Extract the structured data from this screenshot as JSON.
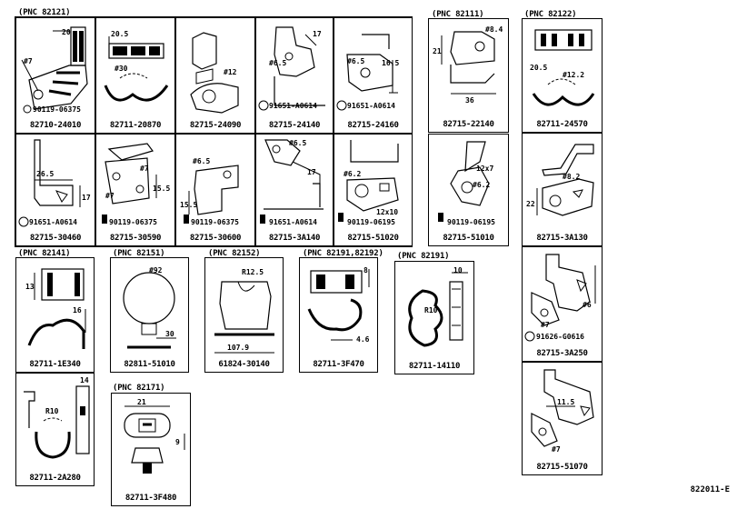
{
  "pnc_labels": {
    "g82121": "(PNC 82121)",
    "g82111": "(PNC 82111)",
    "g82122": "(PNC 82122)",
    "g82141": "(PNC 82141)",
    "g82151": "(PNC 82151)",
    "g82152": "(PNC 82152)",
    "g82191_82192": "(PNC 82191,82192)",
    "g82191": "(PNC 82191)",
    "g82171": "(PNC 82171)"
  },
  "parts": {
    "p82710_24010": {
      "number": "82710-24010",
      "dims": [
        "20",
        "#7"
      ],
      "bolt": "90119-06375"
    },
    "p82711_20870": {
      "number": "82711-20870",
      "dims": [
        "20.5",
        "#30"
      ]
    },
    "p82715_24090": {
      "number": "82715-24090",
      "dims": [
        "#12"
      ]
    },
    "p82715_24140": {
      "number": "82715-24140",
      "dims": [
        "17",
        "#6.5"
      ],
      "bolt": "91651-A0614"
    },
    "p82715_24160": {
      "number": "82715-24160",
      "dims": [
        "#6.5",
        "16.5"
      ],
      "bolt": "91651-A0614"
    },
    "p82715_22140": {
      "number": "82715-22140",
      "dims": [
        "#8.4",
        "21",
        "36"
      ]
    },
    "p82711_24570": {
      "number": "82711-24570",
      "dims": [
        "20.5",
        "#12.2"
      ]
    },
    "p82715_30460": {
      "number": "82715-30460",
      "dims": [
        "26.5",
        "17"
      ],
      "bolt": "91651-A0614"
    },
    "p82715_30590": {
      "number": "82715-30590",
      "dims": [
        "#7",
        "#7",
        "15.5"
      ],
      "bolt": "90119-06375"
    },
    "p82715_30600": {
      "number": "82715-30600",
      "dims": [
        "#6.5",
        "15.5"
      ],
      "bolt": "90119-06375"
    },
    "p82715_3A140": {
      "number": "82715-3A140",
      "dims": [
        "#6.5",
        "17"
      ],
      "bolt": "91651-A0614"
    },
    "p82715_51020": {
      "number": "82715-51020",
      "dims": [
        "#6.2",
        "12x10"
      ],
      "bolt": "90119-06195"
    },
    "p82715_51010": {
      "number": "82715-51010",
      "dims": [
        "12x7",
        "#6.2"
      ],
      "bolt": "90119-06195"
    },
    "p82715_3A130": {
      "number": "82715-3A130",
      "dims": [
        "#8.2",
        "22"
      ]
    },
    "p82711_1E340": {
      "number": "82711-1E340",
      "dims": [
        "13",
        "16"
      ]
    },
    "p82811_51010": {
      "number": "82811-51010",
      "dims": [
        "#92",
        "30"
      ]
    },
    "p61824_30140": {
      "number": "61824-30140",
      "dims": [
        "R12.5",
        "107.9"
      ]
    },
    "p82711_3F470": {
      "number": "82711-3F470",
      "dims": [
        "8",
        "4.6"
      ]
    },
    "p82711_14110": {
      "number": "82711-14110",
      "dims": [
        "10",
        "R10"
      ]
    },
    "p82715_3A250": {
      "number": "82715-3A250",
      "dims": [
        "#6",
        "#7"
      ],
      "bolt": "91626-G0616"
    },
    "p82711_2A280": {
      "number": "82711-2A280",
      "dims": [
        "14",
        "R10"
      ]
    },
    "p82711_3F480": {
      "number": "82711-3F480",
      "dims": [
        "21",
        "9"
      ]
    },
    "p82715_51070": {
      "number": "82715-51070",
      "dims": [
        "11.5",
        "#7"
      ]
    }
  },
  "diagram_code": "822011-E"
}
